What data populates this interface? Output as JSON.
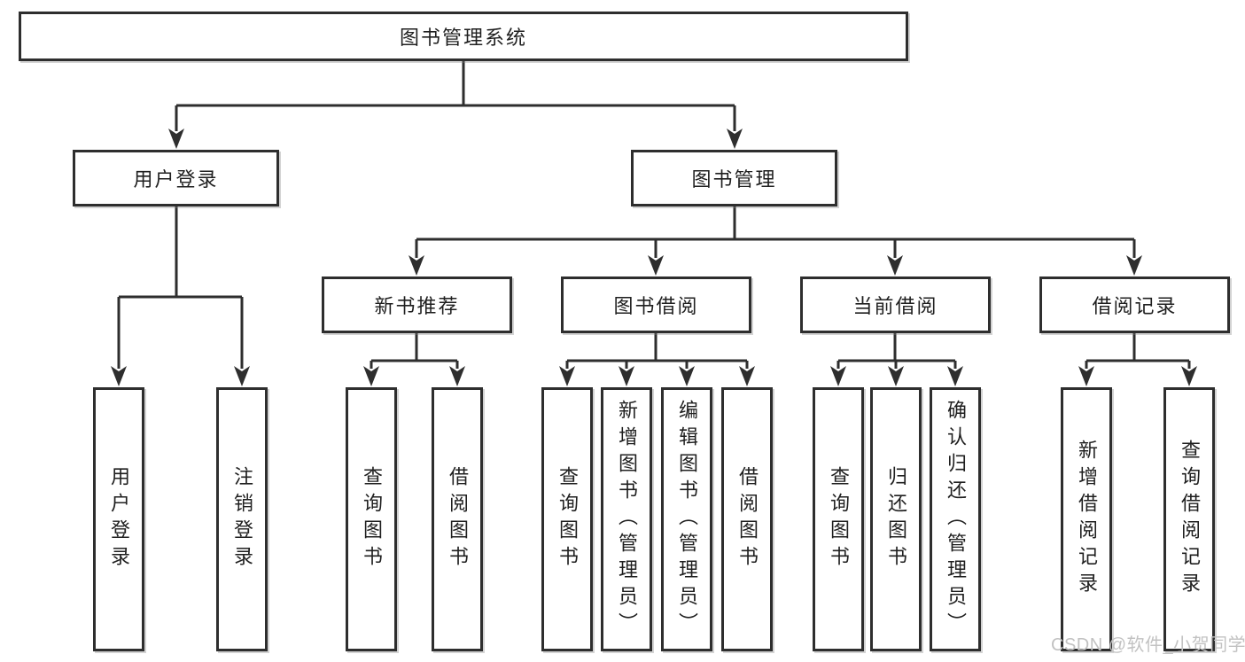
{
  "diagram": {
    "root": "图书管理系统",
    "level2": [
      {
        "label": "用户登录"
      },
      {
        "label": "图书管理"
      }
    ],
    "level3": [
      {
        "label": "新书推荐"
      },
      {
        "label": "图书借阅"
      },
      {
        "label": "当前借阅"
      },
      {
        "label": "借阅记录"
      }
    ],
    "leaves": {
      "user_login": [
        "用户登录",
        "注销登录"
      ],
      "new_book": [
        "查询图书",
        "借阅图书"
      ],
      "book_borrow": [
        "查询图书",
        "新增图书（管理员）",
        "编辑图书（管理员）",
        "借阅图书"
      ],
      "current_borrow": [
        "查询图书",
        "归还图书",
        "确认归还（管理员）"
      ],
      "borrow_records": [
        "新增借阅记录",
        "查询借阅记录"
      ]
    }
  },
  "watermark": {
    "text": "CSDN @软件_小贺同学"
  },
  "colors": {
    "line": "#2e2e2e",
    "text": "#1f1f1f",
    "watermark": "#c2c2c2",
    "background": "#ffffff"
  }
}
